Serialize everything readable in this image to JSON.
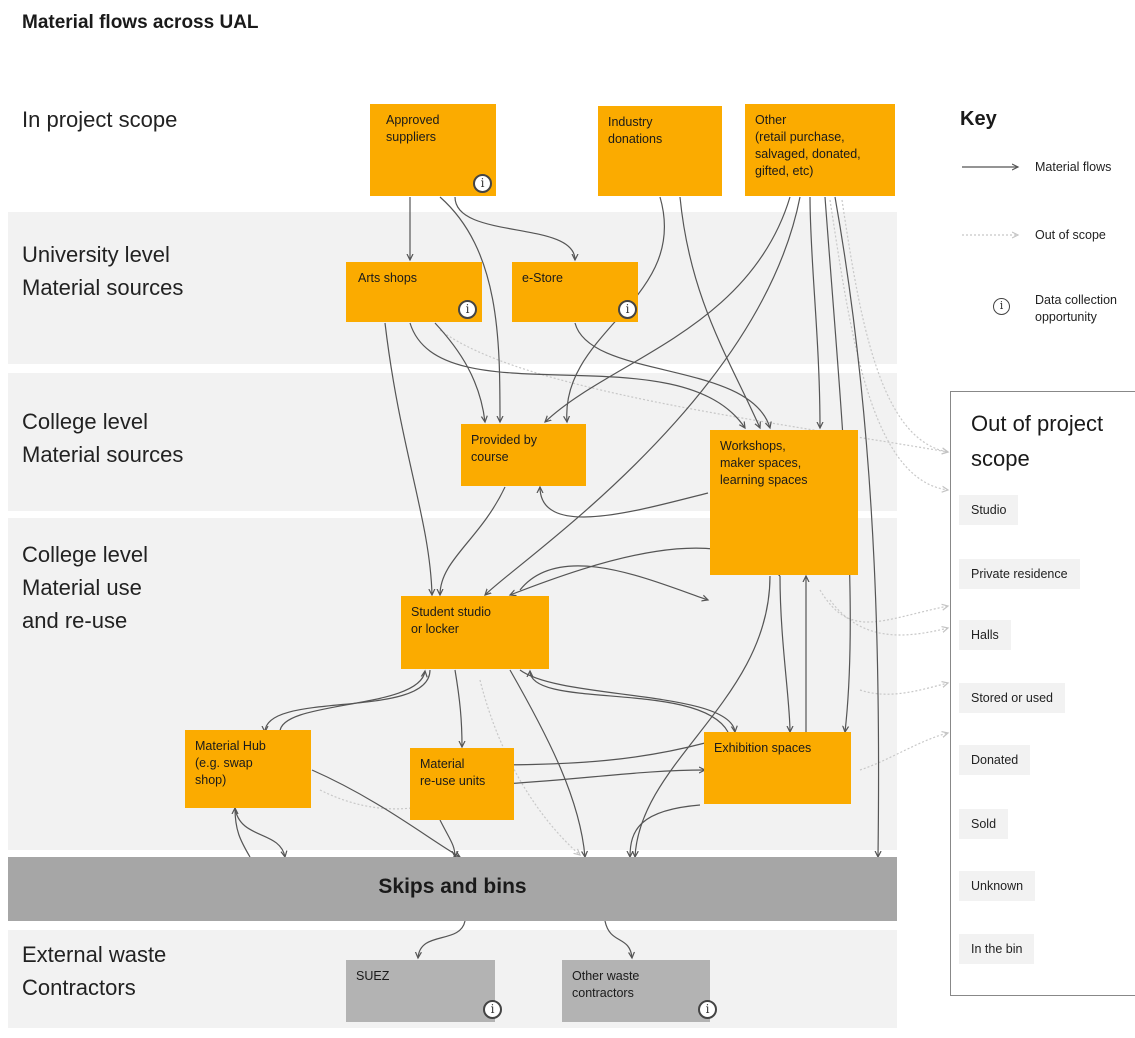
{
  "title": "Material flows across UAL",
  "rows": [
    {
      "label": "In project scope"
    },
    {
      "label": "University level\nMaterial sources"
    },
    {
      "label": "College level\nMaterial sources"
    },
    {
      "label": "College level\nMaterial use\nand re-use"
    },
    {
      "label": "External waste\nContractors"
    }
  ],
  "nodes": {
    "approved_suppliers": "Approved\nsuppliers",
    "industry_donations": "Industry\ndonations",
    "other_sources": "Other\n(retail purchase,\nsalvaged, donated,\ngifted, etc)",
    "arts_shops": "Arts shops",
    "e_store": "e-Store",
    "provided_by_course": "Provided by\ncourse",
    "workshops": "Workshops,\nmaker spaces,\nlearning spaces",
    "student_studio": "Student studio\nor locker",
    "material_hub": "Material Hub\n(e.g. swap\nshop)",
    "material_reuse": "Material\nre-use units",
    "exhibition_spaces": "Exhibition spaces",
    "suez": "SUEZ",
    "other_waste": "Other waste\ncontractors"
  },
  "skips": "Skips and bins",
  "info_glyph": "i",
  "key": {
    "title": "Key",
    "material_flows": "Material flows",
    "out_of_scope": "Out of scope",
    "data_collection": "Data collection\nopportunity"
  },
  "out_of_scope": {
    "title": "Out of project\nscope",
    "items": [
      "Studio",
      "Private residence",
      "Halls",
      "Stored or used",
      "Donated",
      "Sold",
      "Unknown",
      "In the bin"
    ]
  },
  "colors": {
    "node": "#fbab00",
    "band": "#f2f2f2",
    "skips": "#a6a6a6",
    "contractor": "#b3b3b3",
    "flow": "#555555",
    "out_of_scope_flow": "#c8c8c8"
  }
}
